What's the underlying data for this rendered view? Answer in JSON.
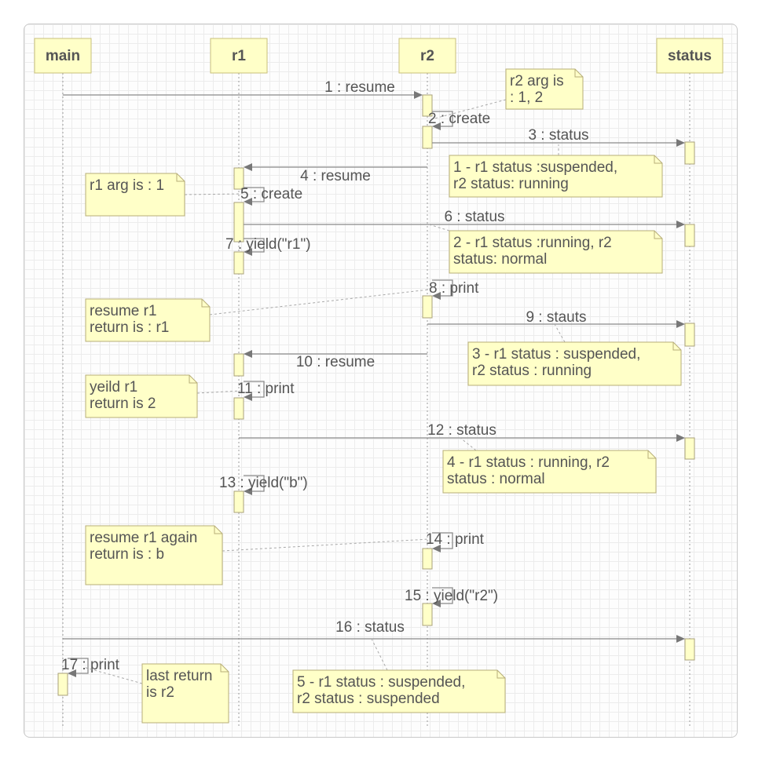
{
  "actors": [
    {
      "id": "main",
      "label": "main"
    },
    {
      "id": "r1",
      "label": "r1"
    },
    {
      "id": "r2",
      "label": "r2"
    },
    {
      "id": "status",
      "label": "status"
    }
  ],
  "messages": [
    {
      "label": "1 : resume",
      "from": "main",
      "to": "r2"
    },
    {
      "label": "2 : create",
      "from": "r2",
      "to": "r2"
    },
    {
      "label": "3 : status",
      "from": "r2",
      "to": "status"
    },
    {
      "label": "4 : resume",
      "from": "r2",
      "to": "r1"
    },
    {
      "label": "5 : create",
      "from": "r1",
      "to": "r1"
    },
    {
      "label": "6 : status",
      "from": "r1",
      "to": "status"
    },
    {
      "label": "7 : yield(\"r1\")",
      "from": "r1",
      "to": "r1"
    },
    {
      "label": "8 : print",
      "from": "r2",
      "to": "r2"
    },
    {
      "label": "9 : stauts",
      "from": "r2",
      "to": "status"
    },
    {
      "label": "10 : resume",
      "from": "r2",
      "to": "r1"
    },
    {
      "label": "11 : print",
      "from": "r1",
      "to": "r1"
    },
    {
      "label": "12 : status",
      "from": "r1",
      "to": "status"
    },
    {
      "label": "13 : yield(\"b\")",
      "from": "r1",
      "to": "r1"
    },
    {
      "label": "14 : print",
      "from": "r2",
      "to": "r2"
    },
    {
      "label": "15 : yield(\"r2\")",
      "from": "r2",
      "to": "r2"
    },
    {
      "label": "16 : status",
      "from": "main",
      "to": "status"
    },
    {
      "label": "17 : print",
      "from": "main",
      "to": "main"
    }
  ],
  "notes": [
    {
      "lines": [
        "r2 arg is",
        ": 1, 2"
      ]
    },
    {
      "lines": [
        "1 - r1 status :suspended,",
        "r2 status: running"
      ]
    },
    {
      "lines": [
        "r1 arg is : 1"
      ]
    },
    {
      "lines": [
        "2 - r1 status :running, r2",
        "status: normal"
      ]
    },
    {
      "lines": [
        "resume r1",
        "return is : r1"
      ]
    },
    {
      "lines": [
        "3 - r1 status : suspended,",
        "r2 status : running"
      ]
    },
    {
      "lines": [
        "yeild r1",
        "return is 2"
      ]
    },
    {
      "lines": [
        "4 - r1 status : running, r2",
        "status : normal"
      ]
    },
    {
      "lines": [
        "resume r1 again",
        "return is : b"
      ]
    },
    {
      "lines": [
        "5 - r1 status : suspended,",
        "r2 status : suspended"
      ]
    },
    {
      "lines": [
        "last return",
        "is r2"
      ]
    }
  ]
}
